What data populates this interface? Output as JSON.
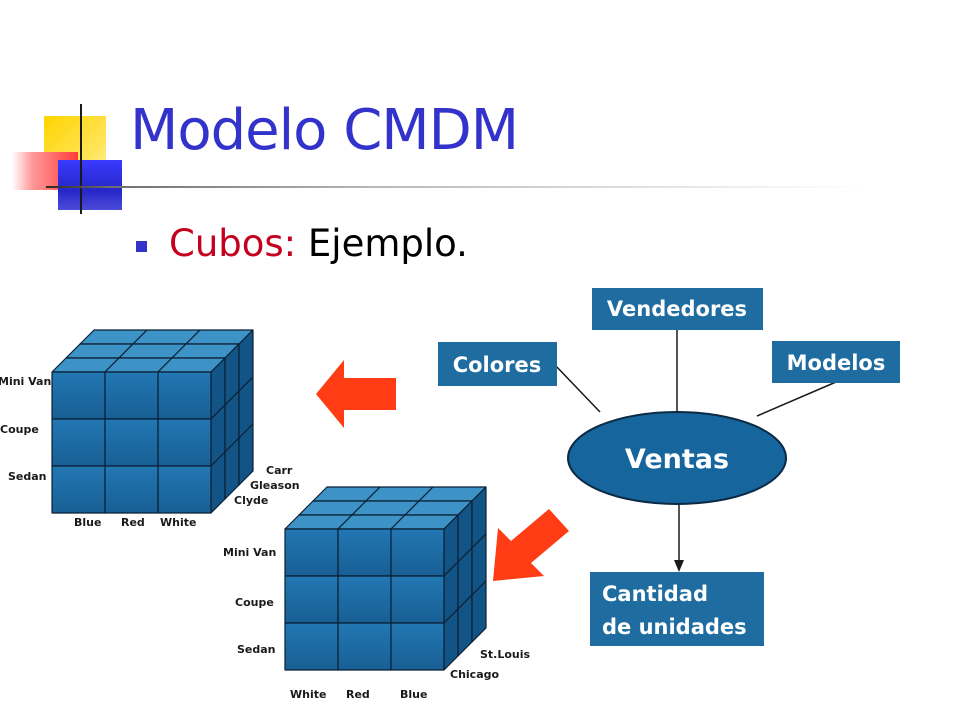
{
  "slide": {
    "title": "Modelo CMDM",
    "bullet": {
      "keyword": "Cubos:",
      "text": " Ejemplo."
    }
  },
  "colors": {
    "title": "#3333cc",
    "keyword": "#c4001e",
    "cube_front": "#1b6ea8",
    "cube_top": "#3d92c6",
    "cube_side": "#135486",
    "cube_edge": "#0b1f33",
    "box": "#1e6ca0",
    "ellipse": "#17659d",
    "arrow": "#ff3c14"
  },
  "cube1": {
    "rows": [
      "Mini Van",
      "Coupe",
      "Sedan"
    ],
    "columns": [
      "Blue",
      "Red",
      "White"
    ],
    "depth": [
      "Carr",
      "Gleason",
      "Clyde"
    ]
  },
  "cube2": {
    "rows": [
      "Mini Van",
      "Coupe",
      "Sedan"
    ],
    "columns": [
      "White",
      "Red",
      "Blue"
    ],
    "depth": [
      "St.Louis",
      "Chicago"
    ]
  },
  "nodes": {
    "vendedores": "Vendedores",
    "colores": "Colores",
    "modelos": "Modelos",
    "ventas": "Ventas",
    "cantidad": [
      "Cantidad",
      "de unidades"
    ]
  }
}
